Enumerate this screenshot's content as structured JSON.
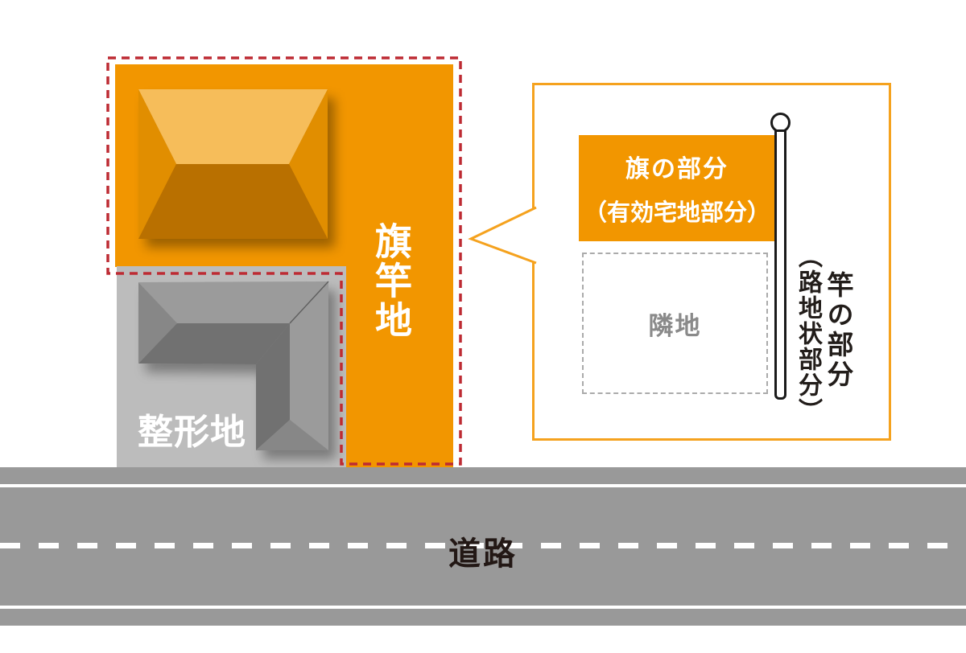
{
  "lots": {
    "flag_lot_label": "旗竿地",
    "regular_lot_label": "整形地",
    "road_label": "道路"
  },
  "callout": {
    "flag_section_line1": "旗の部分",
    "flag_section_line2": "（有効宅地部分）",
    "neighbor_label": "隣地",
    "pole_section_main": "竿の部分",
    "pole_section_sub": "（路地状部分）"
  },
  "colors": {
    "lot_orange": "#F29600",
    "orange_roof_top": "#F6BD5A",
    "orange_roof_side": "#E18E06",
    "orange_roof_bottom": "#B96F04",
    "regular_lot_gray": "#BCBCBC",
    "gray_roof_top": "#9B9B9B",
    "gray_roof_side": "#878787",
    "gray_roof_bottom": "#717171",
    "road_gray": "#999999",
    "boundary_dash_red": "#BD2B33",
    "callout_border_orange": "#F5A21E",
    "dark_text": "#231815",
    "neighbor_text_gray": "#8A8A8A"
  }
}
